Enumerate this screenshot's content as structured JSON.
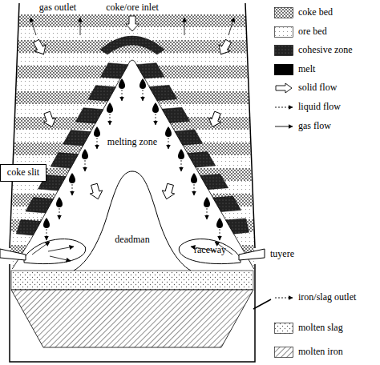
{
  "diagram": {
    "nodes": [
      {
        "text": [
          "coke slit"
        ]
      }
    ],
    "labels": [
      "gas outlet",
      "coke/ore inlet",
      "melting zone",
      "deadman",
      "raceway",
      "tuyere"
    ],
    "legend": [
      {
        "text": "coke bed"
      },
      {
        "text": "ore bed"
      },
      {
        "text": "cohesive zone"
      },
      {
        "text": "melt",
        "color": "#000000"
      },
      {
        "text": "solid flow"
      },
      {
        "text": "liquid flow"
      },
      {
        "text": "gas flow"
      },
      {
        "text": "iron/slag outlet"
      },
      {
        "text": "molten slag"
      },
      {
        "text": "molten iron"
      }
    ]
  }
}
